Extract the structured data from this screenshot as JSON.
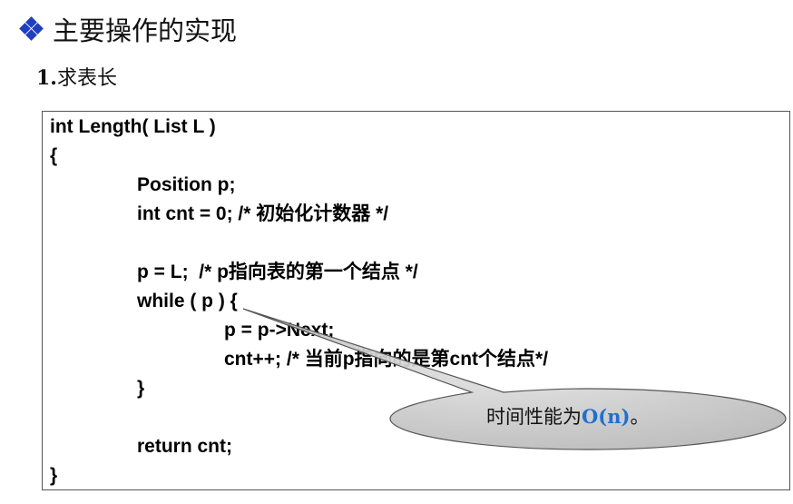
{
  "heading": {
    "title": "主要操作的实现"
  },
  "section": {
    "number": "1.",
    "label": "求表长"
  },
  "code": {
    "lines": [
      "int Length( List L )",
      "{",
      "Position p;",
      "int cnt = 0; /* 初始化计数器 */",
      "p = L;  /* p指向表的第一个结点 */",
      "while ( p ) {",
      "p = p->Next;",
      "cnt++; /* 当前p指向的是第cnt个结点*/",
      "}",
      "return cnt;",
      "}"
    ]
  },
  "callout": {
    "prefix": "时间性能为",
    "complexity": "O(n)",
    "suffix": "。",
    "fill_color": "#c9c9c9",
    "complexity_color": "#1f6fd0"
  },
  "accent_color": "#1f3fbf"
}
